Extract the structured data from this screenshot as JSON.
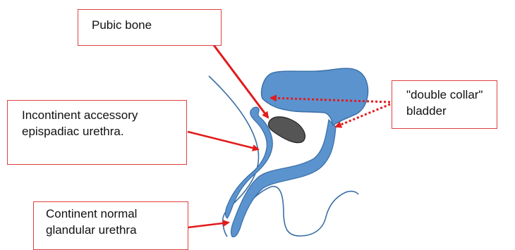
{
  "labels": {
    "pubic_bone": "Pubic bone",
    "epispadiac_line1": "Incontinent accessory",
    "epispadiac_line2": "epispadiac urethra.",
    "bladder_line1": "\"double collar\"",
    "bladder_line2": "bladder",
    "glandular_line1": "Continent normal",
    "glandular_line2": "glandular urethra"
  },
  "colors": {
    "organ_fill": "#5b93cf",
    "organ_stroke": "#3a6ea5",
    "bone_fill": "#555555",
    "arrow": "#e31b1b",
    "box_border": "#e04040",
    "outline": "#3a6ea5"
  }
}
